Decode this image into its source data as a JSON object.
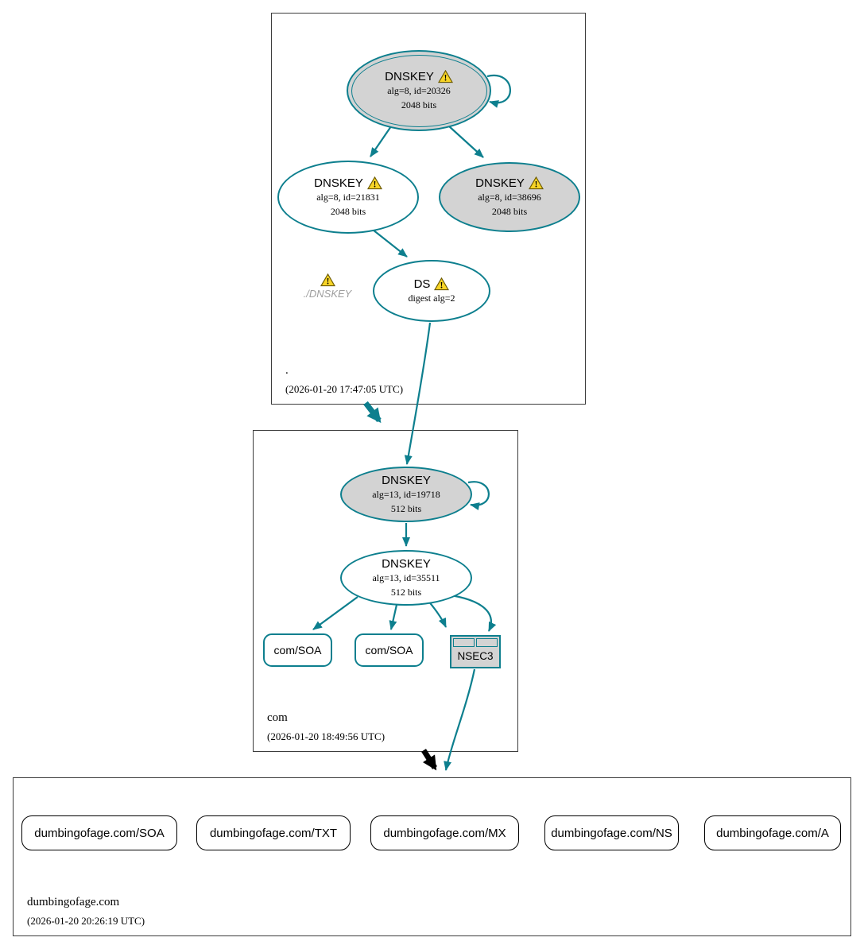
{
  "icons": {
    "warning_glyph": "!"
  },
  "colors": {
    "edge_teal": "#0d7f8e",
    "node_fill_gray": "#d3d3d3",
    "warning_yellow": "#f7d427",
    "insecure_black": "#000000"
  },
  "zones": {
    "root": {
      "label": ".",
      "timestamp": "(2026-01-20 17:47:05 UTC)",
      "ksk": {
        "title": "DNSKEY",
        "alg": "alg=8, id=20326",
        "bits": "2048 bits"
      },
      "zsk1": {
        "title": "DNSKEY",
        "alg": "alg=8, id=21831",
        "bits": "2048 bits"
      },
      "zsk2": {
        "title": "DNSKEY",
        "alg": "alg=8, id=38696",
        "bits": "2048 bits"
      },
      "ds": {
        "title": "DS",
        "digest": "digest alg=2"
      },
      "dnskey_warning_label": "./DNSKEY"
    },
    "com": {
      "label": "com",
      "timestamp": "(2026-01-20 18:49:56 UTC)",
      "ksk": {
        "title": "DNSKEY",
        "alg": "alg=13, id=19718",
        "bits": "512 bits"
      },
      "zsk": {
        "title": "DNSKEY",
        "alg": "alg=13, id=35511",
        "bits": "512 bits"
      },
      "soa1": "com/SOA",
      "soa2": "com/SOA",
      "nsec3": "NSEC3"
    },
    "dumbingofage": {
      "label": "dumbingofage.com",
      "timestamp": "(2026-01-20 20:26:19 UTC)",
      "rrsets": [
        "dumbingofage.com/SOA",
        "dumbingofage.com/TXT",
        "dumbingofage.com/MX",
        "dumbingofage.com/NS",
        "dumbingofage.com/A"
      ]
    }
  }
}
